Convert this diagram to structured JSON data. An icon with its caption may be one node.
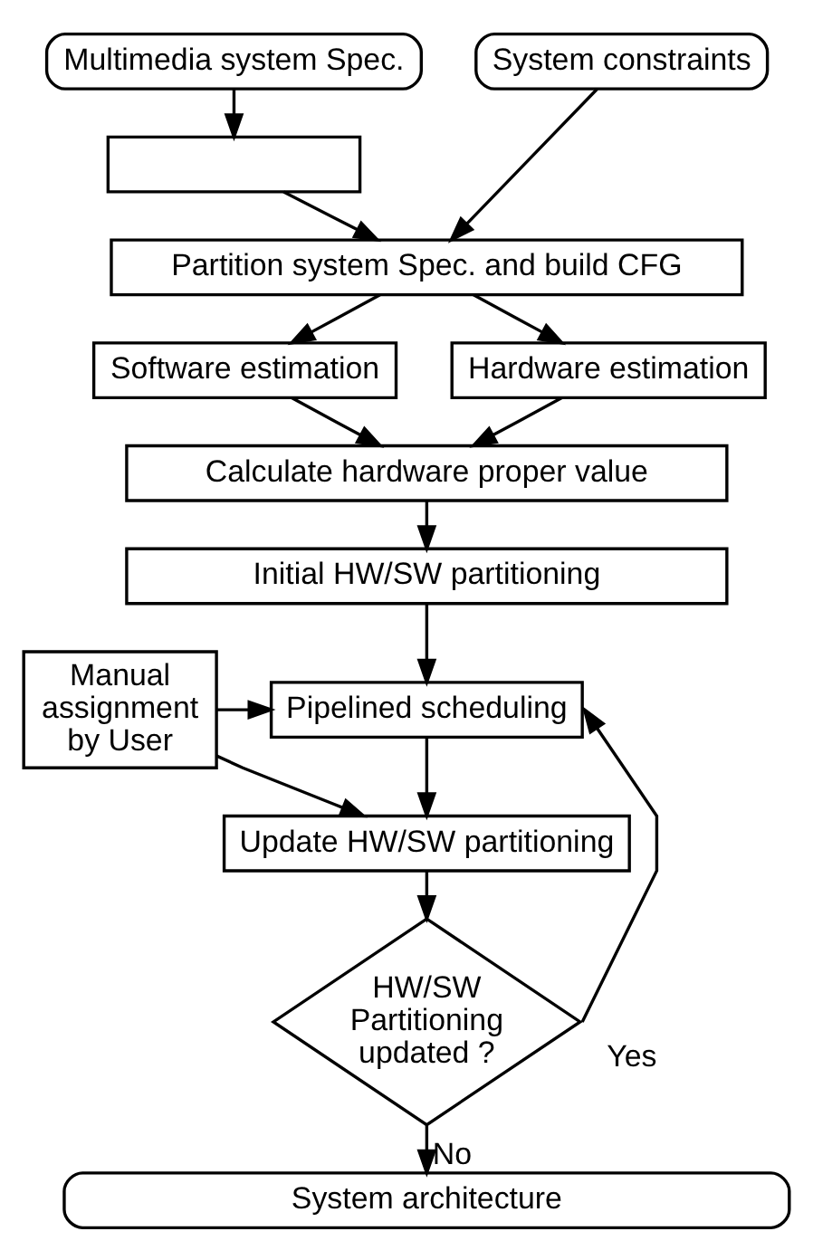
{
  "diagram": {
    "nodes": [
      {
        "text": [
          "Multimedia system Spec."
        ]
      },
      {
        "text": [
          "System constraints"
        ]
      },
      {
        "text": [],
        "shape": "box"
      },
      {
        "text": [
          "Partition system Spec. and build CFG"
        ]
      },
      {
        "text": [
          "Software estimation"
        ]
      },
      {
        "text": [
          "Hardware estimation"
        ]
      },
      {
        "text": [
          "Calculate hardware proper value"
        ]
      },
      {
        "text": [
          "Initial HW/SW partitioning"
        ]
      },
      {
        "text": [
          "Manual assignment by User"
        ]
      },
      {
        "text": [
          "Pipelined scheduling"
        ]
      },
      {
        "text": [
          "Update HW/SW partitioning"
        ]
      },
      {
        "text": [
          "HW/SW Partitioning updated ?"
        ]
      },
      {
        "text": [
          "System architecture"
        ]
      }
    ],
    "edges": [
      {
        "from": 0,
        "to": 2,
        "arrow": "to"
      },
      {
        "from": 2,
        "to": 3,
        "arrow": "to"
      },
      {
        "from": 1,
        "to": 3,
        "arrow": "to"
      },
      {
        "from": 3,
        "to": 4,
        "arrow": "to"
      },
      {
        "from": 3,
        "to": 5,
        "arrow": "to"
      },
      {
        "from": 4,
        "to": 6,
        "arrow": "to"
      },
      {
        "from": 5,
        "to": 6,
        "arrow": "to"
      },
      {
        "from": 6,
        "to": 7,
        "arrow": "to"
      },
      {
        "from": 7,
        "to": 9,
        "arrow": "to"
      },
      {
        "from": 8,
        "to": 9,
        "arrow": "to"
      },
      {
        "from": 8,
        "to": 10,
        "arrow": "to"
      },
      {
        "from": 9,
        "to": 10,
        "arrow": "to"
      },
      {
        "from": 10,
        "to": 11,
        "arrow": "to"
      },
      {
        "from": 11,
        "to": 9,
        "arrow": "to",
        "label": "Yes"
      },
      {
        "from": 11,
        "to": 12,
        "arrow": "to",
        "label": "No"
      }
    ]
  }
}
